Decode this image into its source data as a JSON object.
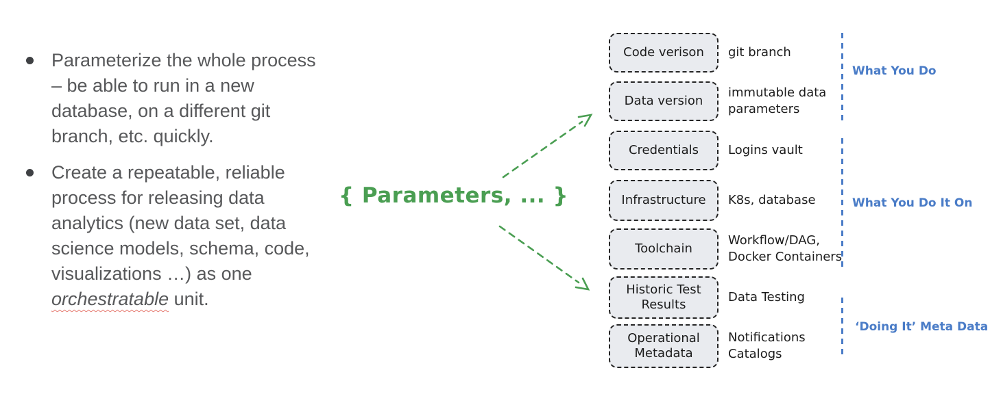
{
  "bullets": [
    {
      "text": "Parameterize the whole process – be able to run in a new database, on a different git branch, etc. quickly."
    },
    {
      "text_before": "Create a repeatable, reliable process for releasing data analytics (new data set, data science models, schema, code, visualizations …) as one ",
      "italic_word": "orchestratable",
      "text_after": " unit."
    }
  ],
  "parameters": {
    "label": "{ Parameters, ... }"
  },
  "stages": [
    {
      "box": "Code verison",
      "note": [
        "git branch"
      ]
    },
    {
      "box": "Data version",
      "note": [
        "immutable data",
        "parameters"
      ]
    },
    {
      "box": "Credentials",
      "note": [
        "Logins vault"
      ]
    },
    {
      "box": "Infrastructure",
      "note": [
        "K8s, database"
      ]
    },
    {
      "box": "Toolchain",
      "note": [
        "Workflow/DAG,",
        "Docker Containers"
      ]
    },
    {
      "box": "Historic Test Results",
      "note": [
        "Data Testing"
      ]
    },
    {
      "box": "Operational Metadata",
      "note": [
        "Notifications",
        "Catalogs"
      ]
    }
  ],
  "groups": [
    {
      "label": "What You Do"
    },
    {
      "label": "What You Do It On"
    },
    {
      "label": "‘Doing It’ Meta Data"
    }
  ],
  "colors": {
    "accent_green": "#4a9e52",
    "accent_blue": "#4a7cc7",
    "box_fill": "#e9ebef",
    "box_border": "#242424",
    "body_text": "#57585a",
    "spellcheck_red": "#e5786e"
  }
}
